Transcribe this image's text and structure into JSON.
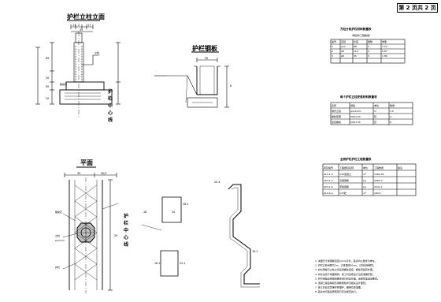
{
  "page_indicator": "第 2 页共 2 页",
  "views": {
    "elevation": {
      "title": "护栏立柱立面",
      "dims": [
        "17",
        "2",
        "17",
        "35"
      ],
      "side_labels": [
        "85",
        "20",
        "50",
        "20"
      ],
      "vertical_text": [
        "护",
        "栏",
        "中",
        "心",
        "线"
      ]
    },
    "section": {
      "title": "护栏钢板",
      "dims": [
        "35",
        "8"
      ]
    },
    "plan": {
      "title": "平面",
      "dims": [
        "35",
        "50/2",
        "29"
      ],
      "vertical_text": [
        "护",
        "栏",
        "中",
        "心",
        "线"
      ],
      "labels": [
        "路缘石",
        "立柱",
        "护栏",
        "φ12mm"
      ]
    },
    "bends": {
      "labels": [
        "28.1",
        "20",
        "18",
        "16.1",
        "22.1",
        "20.4",
        "16.1"
      ]
    }
  },
  "table1": {
    "title": "方柱分段护栏材料数量表",
    "subtitle": "（每延米工程数量）",
    "headers": [
      "编号",
      "直径",
      "长度",
      "根数",
      "重量"
    ],
    "rows": [
      [
        "1",
        "φ12",
        "88",
        "4",
        "3.52"
      ],
      [
        "2",
        "φ8",
        "110",
        "2",
        "0.87"
      ],
      [
        "3",
        "φ8",
        "95",
        "5",
        "1.88"
      ]
    ]
  },
  "table2": {
    "title": "每个护栏立柱安装材料数量表",
    "headers": [
      "名称",
      "规格",
      "单位",
      "数量"
    ],
    "rows": [
      [
        "钢管立柱",
        "φ114mm",
        "m",
        "1.5"
      ],
      [
        "螺栓垫圈",
        "M16×50",
        "套",
        "4"
      ],
      [
        "连接螺栓",
        "M16×35",
        "套",
        "8"
      ]
    ]
  },
  "table3": {
    "title": "全桥护栏护栏工程数量表",
    "headers": [
      "项目编号",
      "工程细目名称",
      "单位",
      "工程数量",
      "备注"
    ],
    "rows": [
      [
        "410-1-a",
        "C30混凝土",
        "m³",
        "1462.46",
        ""
      ],
      [
        "403-1-a",
        "光圆钢筋",
        "kg",
        "2982.3",
        ""
      ],
      [
        "403-1-b",
        "带肋钢筋",
        "kg",
        "2541.2",
        ""
      ],
      [
        "410-6-a",
        "C25砼",
        "m³",
        "180.5",
        ""
      ]
    ]
  },
  "notes": [
    "1. 本图尺寸除钢筋直径以mm计外，其余均以厘米为单位。",
    "2. 护栏立柱间距为2m，立柱埋深50cm，立柱采用钢管。",
    "3. 护栏钢板与立柱之间采用螺栓连接，螺栓须镀锌处理。",
    "4. 护栏设置于桥面两侧，施工时应按设计位置准确安装。",
    "5. 护栏钢板应按规范要求进行防腐处理，涂层厚度满足要求。",
    "6. 混凝土强度等级及钢筋规格详见相关设计图纸。",
    "7. 施工时应注意保护预埋件，确保位置准确。",
    "8. 其余未尽事宜按照现行有关规范执行。"
  ]
}
